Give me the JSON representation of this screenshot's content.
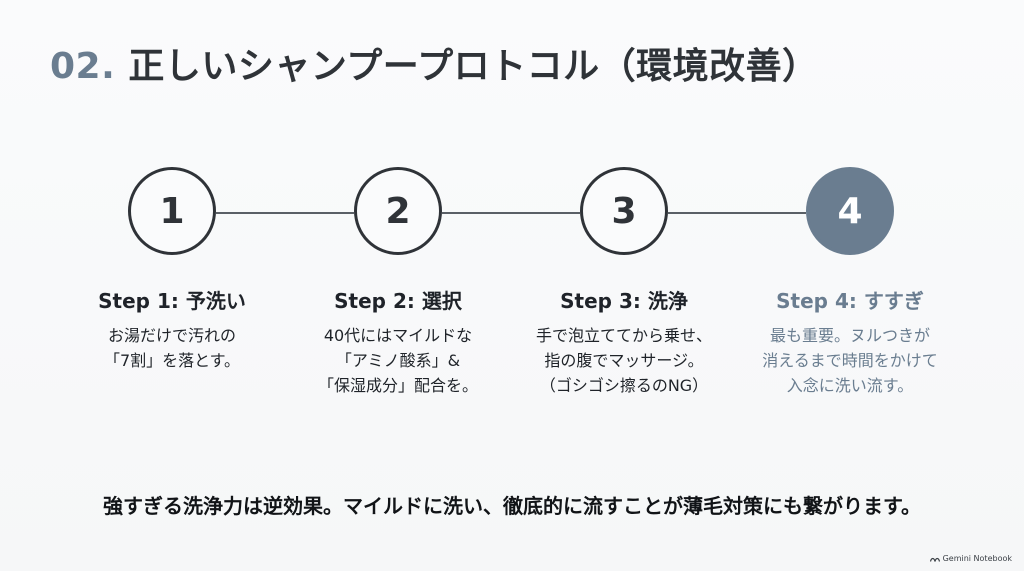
{
  "title": {
    "number": "02.",
    "text": "正しいシャンプープロトコル（環境改善）"
  },
  "steps": [
    {
      "number": "1",
      "title": "Step 1: 予洗い",
      "lines": [
        "お湯だけで汚れの",
        "「7割」を落とす。"
      ],
      "active": false
    },
    {
      "number": "2",
      "title": "Step 2: 選択",
      "lines": [
        "40代にはマイルドな",
        "「アミノ酸系」&",
        "「保湿成分」配合を。"
      ],
      "active": false
    },
    {
      "number": "3",
      "title": "Step 3: 洗浄",
      "lines": [
        "手で泡立ててから乗せ、",
        "指の腹でマッサージ。",
        "（ゴシゴシ擦るのNG）"
      ],
      "active": false
    },
    {
      "number": "4",
      "title": "Step 4: すすぎ",
      "lines": [
        "最も重要。ヌルつきが",
        "消えるまで時間をかけて",
        "入念に洗い流す。"
      ],
      "active": true
    }
  ],
  "footer": {
    "text": "強すぎる洗浄力は逆効果。マイルドに洗い、徹底的に流すことが薄毛対策にも繋がります。"
  },
  "brand": {
    "label": "Gemini Notebook",
    "icon": "notebook-logo-icon"
  },
  "colors": {
    "accent": "#6a7d90",
    "text": "#1f2329",
    "line": "#5a6066",
    "background": "#f8f9fa"
  }
}
